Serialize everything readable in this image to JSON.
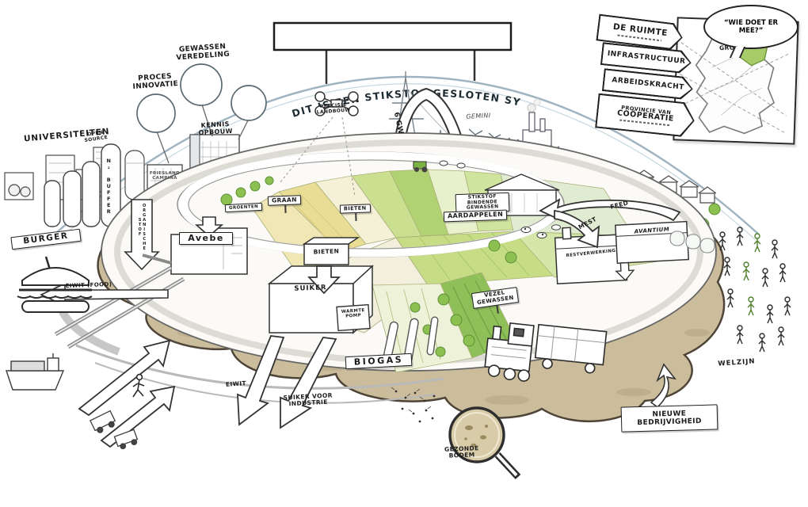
{
  "scene": {
    "arc_title": "DIT IS EEN STIKSTOF GESLOTEN SYSTEEM",
    "billboard_text": ""
  },
  "knowledge": {
    "universities": "UNIVERSITEITEN",
    "open_source": "OPEN SOURCE",
    "balloons": [
      {
        "label": "PROCES INNOVATIE"
      },
      {
        "label": "GEWASSEN VEREDELING"
      },
      {
        "label": "KENNIS OPBOUW"
      }
    ],
    "friesland_campina": "FRIESLAND CAMPINA",
    "n2_chimney": "N₂ BUFFER"
  },
  "region_panel": {
    "banners": [
      {
        "label": "DE RUIMTE"
      },
      {
        "label": "INFRASTRUCTUUR"
      },
      {
        "label": "ARBEIDSKRACHT"
      },
      {
        "label": "PROVINCIE VAN",
        "label2": "COÖPERATIE"
      }
    ],
    "speech_bubble": "“WIE DOET ER MEE?”",
    "map_region": "GRONINGEN"
  },
  "agriculture": {
    "drone_label": "PRECISIE LANDBOUW",
    "field_signs": {
      "groenten": "GROENTEN",
      "graan": "GRAAN",
      "bieten": "BIETEN",
      "stikstof": "STIKSTOF BINDENDE GEWASSEN",
      "aardappelen": "AARDAPPELEN",
      "vezel": "VEZEL GEWASSEN"
    }
  },
  "energy": {
    "capacity": "6 GW",
    "windpark": "GEMINI",
    "biogas": "BIOGAS"
  },
  "industry": {
    "avebe": "Avebe",
    "suiker": "SUIKER",
    "bieten_box": "BIETEN",
    "warmte_pomp": "WARMTE POMP",
    "restverwerking": "RESTVERWERKING",
    "avantium": "AVANTIUM"
  },
  "flows": {
    "eiwit_food": "EIWIT (FOOD)",
    "burger": "BURGER",
    "eiwit": "EIWIT",
    "suiker_industrie": "SUIKER VOOR INDUSTRIE",
    "feed": "FEED",
    "mest": "MEST",
    "organische_stof": "ORGANISCHE STOF"
  },
  "outcomes": {
    "gezonde_bodem": "GEZONDE BODEM",
    "nieuwe_bedrijvigheid": "NIEUWE BEDRIJVIGHEID",
    "welzijn": "WELZIJN"
  },
  "colors": {
    "sky": "#bfdff0",
    "soil": "#cbbc9c",
    "field_green": "#b1d272",
    "field_yellow": "#e9dd96",
    "tree_green": "#8cc152",
    "map_region_green": "#a8cb6a"
  }
}
